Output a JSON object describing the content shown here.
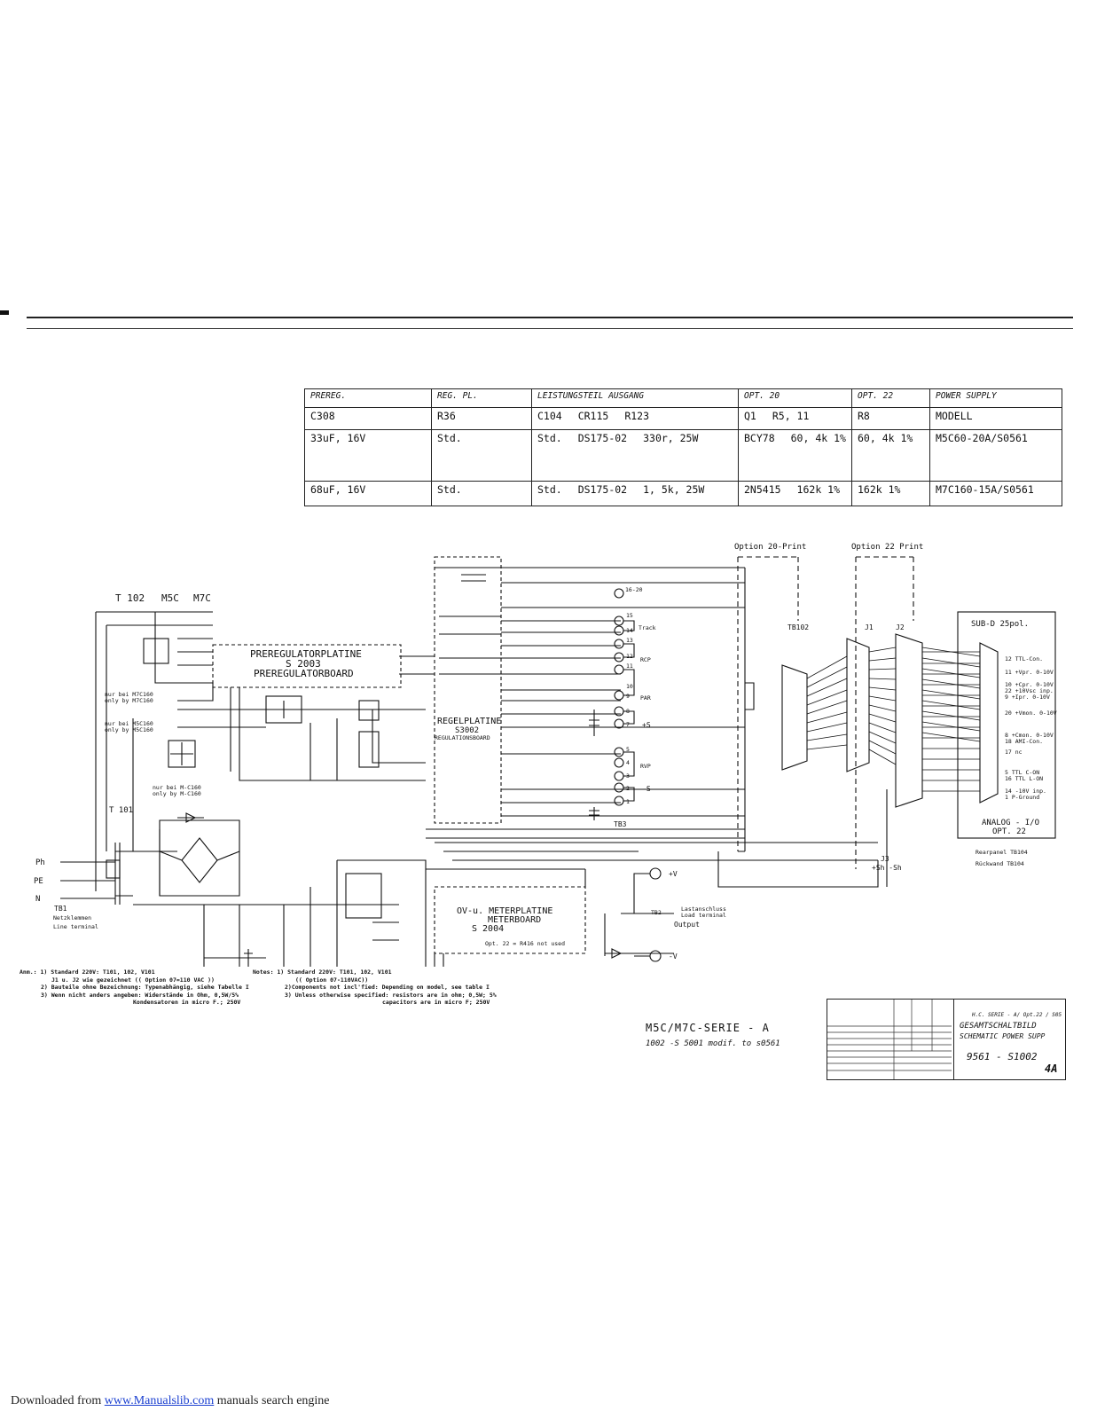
{
  "parts_table": {
    "headers": [
      "PREREG.",
      "REG. PL.",
      "LEISTUNGSTEIL AUSGANG",
      "OPT. 20",
      "OPT. 22",
      "POWER SUPPLY"
    ],
    "row1": {
      "prereg": "C308",
      "regpl": "R36",
      "c104": "C104",
      "cr115": "CR115",
      "r123": "R123",
      "q1": "Q1",
      "r511": "R5, 11",
      "r8": "R8",
      "modell": "MODELL"
    },
    "row2": {
      "prereg": "33uF, 16V",
      "regpl": "Std.",
      "c104": "Std.",
      "cr115": "DS175-02",
      "r123": "330r, 25W",
      "q1": "BCY78",
      "r511": "60, 4k  1%",
      "r8": "60, 4k  1%",
      "modell": "M5C60-20A/S0561"
    },
    "row3": {
      "prereg": "68uF, 16V",
      "regpl": "Std.",
      "c104": "Std.",
      "cr115": "DS175-02",
      "r123": "1, 5k, 25W",
      "q1": "2N5415",
      "r511": "162k  1%",
      "r8": "162k  1%",
      "modell": "M7C160-15A/S0561"
    }
  },
  "schematic": {
    "t102": "T 102",
    "m5c": "M5C",
    "m7c": "M7C",
    "t101": "T 101",
    "prereg_board": [
      "PREREGULATORPLATINE",
      "S 2003",
      "PREREGULATORBOARD"
    ],
    "reg_board": [
      "REGELPLATINE",
      "S3002",
      "REGULATIONSBOARD"
    ],
    "meter_board": [
      "OV-u. METERPLATINE",
      "METERBOARD",
      "S 2004"
    ],
    "meter_opt": "Opt. 22 = R416 not used",
    "option20": "Option 20-Print",
    "option22": "Option 22 Print",
    "subd": "SUB-D 25pol.",
    "analog": [
      "ANALOG - I/O",
      "OPT. 22"
    ],
    "rearpanel": "Rearpanel TB104",
    "rueckwand": "Rückwand TB104",
    "tb102": "TB102",
    "j1": "J1",
    "j2": "J2",
    "j3": "J3",
    "j3_sh": "+Sh -Sh",
    "tb3": "TB3",
    "tb2": "TB2",
    "tb1": "TB1",
    "netz": [
      "Netzklemmen",
      "Line terminal"
    ],
    "output": "Output",
    "load": [
      "Lastanschluss",
      "Load terminal"
    ],
    "ph": "Ph",
    "pe": "PE",
    "n": "N",
    "plus_v": "+V",
    "minus_v": "-V",
    "track": "Track",
    "rcp": "RCP",
    "par": "PAR",
    "rvp": "RVP",
    "pin_16_20": "16-20",
    "plus_s": "+S",
    "minus_s": "-S",
    "nur_m7c": [
      "nur bei M7C160",
      "only by M7C160"
    ],
    "nur_m5c": [
      "nur bei M5C160",
      "only by M5C160"
    ],
    "nur_mc": [
      "nur bei M-C160",
      "only by M-C160"
    ],
    "pins_right": [
      "12 TTL-Con.",
      "11 +Vpr. 0-10V",
      "10 +Cpr. 0-10V",
      "22 +10Vsc inp.",
      "9 +Ipr. 0-10V",
      "20 +Vmon. 0-10V",
      "8 +Cmon. 0-10V",
      "18 AMI-Con.",
      "17 nc",
      "5 TTL C-ON",
      "16 TTL L-ON",
      "14 -10V inp.",
      "1 P-Ground"
    ],
    "pin_numbers_tb3": [
      "15",
      "14",
      "13",
      "12",
      "11",
      "10",
      "9",
      "8",
      "7",
      "5",
      "4",
      "3",
      "2",
      "1"
    ]
  },
  "notes_de": [
    "Anm.:  1) Standard 220V: T101, 102, V101",
    "J1 u. J2 wie gezeichnet   (( Option 07=110 VAC ))",
    "2) Bauteile ohne Bezeichnung: Typenabhängig, siehe Tabelle I",
    "3) Wenn nicht anders angeben: Widerstände in Ohm, 0,5W/5%",
    "Kondensatoren in micro F.;  250V"
  ],
  "notes_en": [
    "Notes:  1) Standard 220V: T101, 102, V101",
    "(( Option 07-110VAC))",
    "2)Components not incl'fied: Depending on model, see table I",
    "3) Unless otherwise specified: resistors are in ohm; 0,5W; 5%",
    "capacitors are in micro F; 250V"
  ],
  "serie": "M5C/M7C-SERIE - A",
  "modif": "1002 -S 5001 modif. to s0561",
  "title_block": {
    "line1": "H.C. SERIE - A/ Opt.22 / S05",
    "line2": "GESAMTSCHALTBILD",
    "line3": "SCHEMATIC POWER SUPP",
    "line4": "9561 - S1002",
    "sheet": "4A"
  },
  "footer": {
    "prefix": "Downloaded from ",
    "link": "www.Manualslib.com",
    "suffix": " manuals search engine"
  }
}
